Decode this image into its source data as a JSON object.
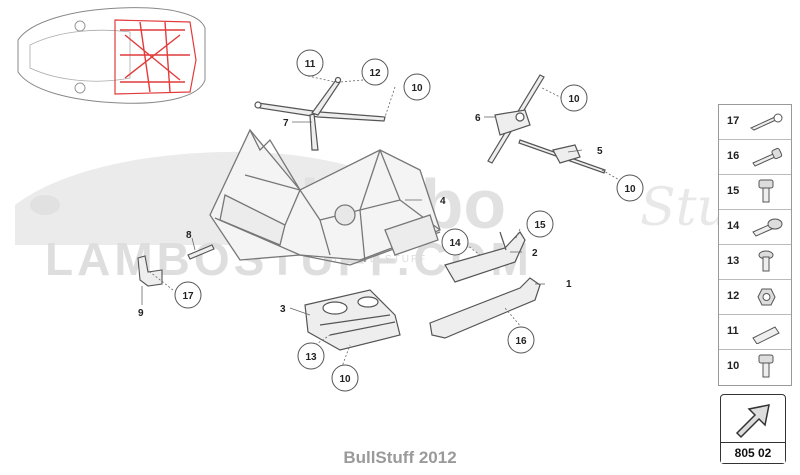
{
  "diagram": {
    "callouts": [
      {
        "id": "c11",
        "label": "11"
      },
      {
        "id": "c12",
        "label": "12"
      },
      {
        "id": "c10a",
        "label": "10"
      },
      {
        "id": "c10b",
        "label": "10"
      },
      {
        "id": "c10c",
        "label": "10"
      },
      {
        "id": "c10d",
        "label": "10"
      },
      {
        "id": "c15",
        "label": "15"
      },
      {
        "id": "c14",
        "label": "14"
      },
      {
        "id": "c17",
        "label": "17"
      },
      {
        "id": "c13",
        "label": "13"
      },
      {
        "id": "c16",
        "label": "16"
      }
    ],
    "part_labels": [
      {
        "id": "p7",
        "label": "7"
      },
      {
        "id": "p6",
        "label": "6"
      },
      {
        "id": "p5",
        "label": "5"
      },
      {
        "id": "p4",
        "label": "4"
      },
      {
        "id": "p2",
        "label": "2"
      },
      {
        "id": "p1",
        "label": "1"
      },
      {
        "id": "p8",
        "label": "8"
      },
      {
        "id": "p9",
        "label": "9"
      },
      {
        "id": "p3",
        "label": "3"
      }
    ]
  },
  "watermark": {
    "line1": "lambo",
    "line2": "LAMBOSTUFF.COM",
    "script": "Stuff",
    "tagline": "BY BULLSTUFF"
  },
  "legend": {
    "items": [
      {
        "number": "17",
        "icon": "pin-icon"
      },
      {
        "number": "16",
        "icon": "screw-icon"
      },
      {
        "number": "15",
        "icon": "bolt-icon"
      },
      {
        "number": "14",
        "icon": "bolt-flange-icon"
      },
      {
        "number": "13",
        "icon": "screw-short-icon"
      },
      {
        "number": "12",
        "icon": "nut-icon"
      },
      {
        "number": "11",
        "icon": "sleeve-icon"
      },
      {
        "number": "10",
        "icon": "screw-icon"
      }
    ]
  },
  "nav": {
    "code": "805 02",
    "icon": "arrow-icon"
  },
  "footer": {
    "text": "BullStuff 2012"
  },
  "colors": {
    "highlight": "#e23b3b",
    "line": "#555555",
    "watermark": "#c8c8c8"
  }
}
